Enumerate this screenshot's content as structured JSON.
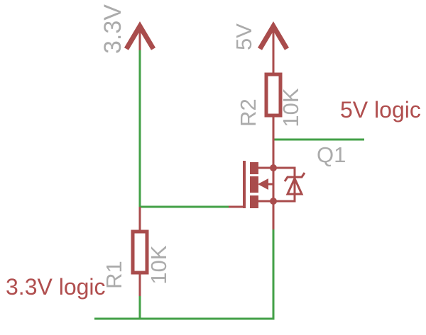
{
  "colors": {
    "background": "#ffffff",
    "wire_green": "#43a047",
    "symbol_red": "#a94c4c",
    "label_gray": "#ababab",
    "net_text_red": "#b04e4e"
  },
  "power_rails": {
    "v33": {
      "label": "3.3V"
    },
    "v5": {
      "label": "5V"
    }
  },
  "components": {
    "r1": {
      "name": "R1",
      "value": "10K"
    },
    "r2": {
      "name": "R2",
      "value": "10K"
    },
    "q1": {
      "name": "Q1"
    }
  },
  "net_labels": {
    "high_side": "5V logic",
    "low_side": "3.3V logic"
  }
}
